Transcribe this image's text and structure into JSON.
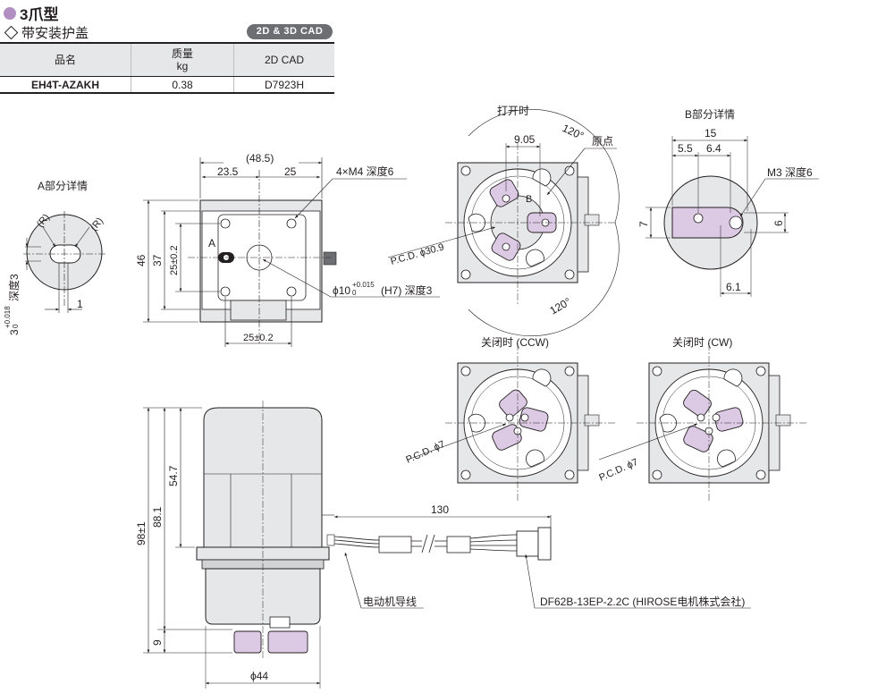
{
  "header": {
    "type_title": "3爪型",
    "subtitle": "带安装护盖",
    "cad_badge": "2D & 3D CAD"
  },
  "spec_table": {
    "columns": [
      "品名",
      "质量",
      "kg",
      "2D CAD"
    ],
    "row": {
      "product": "EH4T-AZAKH",
      "mass": "0.38",
      "cad": "D7923H"
    }
  },
  "views": {
    "detail_a": "A部分详情",
    "detail_b": "B部分详情",
    "open": "打开时",
    "closed_ccw": "关闭时 (CCW)",
    "closed_cw": "关闭时 (CW)"
  },
  "labels": {
    "origin": "原点",
    "marker_a": "A",
    "marker_b": "B",
    "radius": "(R)",
    "tap": "4×M4 深度6",
    "m3": "M3 深度6",
    "bore_prefix": "ϕ10",
    "bore_tol_upper": "+0.015",
    "bore_tol_lower": "0",
    "bore_suffix": "(H7) 深度3",
    "pin_prefix": "3",
    "pin_tol_upper": "+0.018",
    "pin_tol_lower": "0",
    "pin_suffix": "深度3",
    "pcd_open": "P.C.D. ϕ30.9",
    "pcd_closed": "P.C.D. ϕ7",
    "lead_wire": "电动机导线",
    "connector": "DF62B-13EP-2.2C (HIROSE电机株式会社)"
  },
  "dimensions": {
    "d48_5": "(48.5)",
    "d23_5": "23.5",
    "d25": "25",
    "d46": "46",
    "d37": "37",
    "d25_tol": "25±0.2",
    "d25_tol_bottom": "25±0.2",
    "d1": "1",
    "d9_05": "9.05",
    "d120_top": "120°",
    "d120_bottom": "120°",
    "d15": "15",
    "d5_5": "5.5",
    "d6_4": "6.4",
    "d7": "7",
    "d6": "6",
    "d6_1": "6.1",
    "d130": "130",
    "d54_7": "54.7",
    "d88_1": "88.1",
    "d98": "98±1",
    "d9": "9",
    "d44": "ϕ44"
  }
}
